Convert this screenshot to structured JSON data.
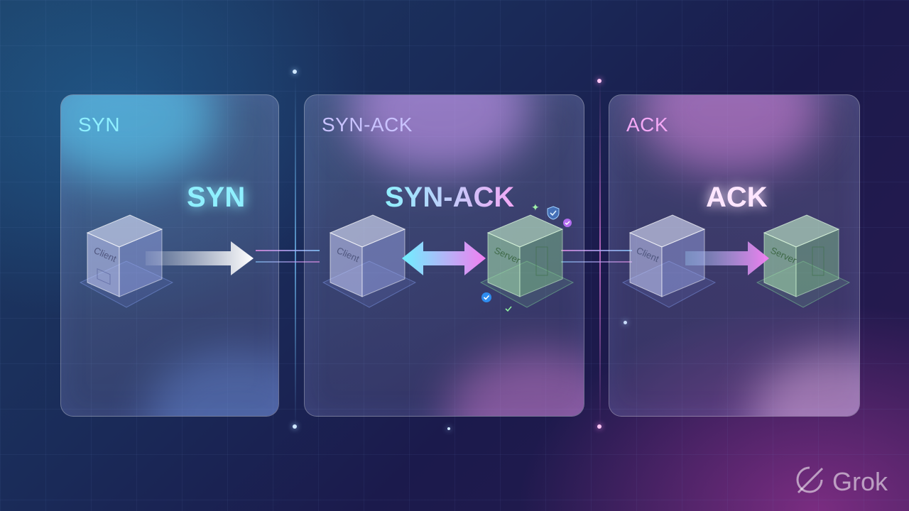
{
  "colors": {
    "cyan": "#8ff0ff",
    "syn_ack_title": "#c9c2ff",
    "pink": "#f3a8f5",
    "ack_big": "#ffe6ff",
    "client_cube": "#b9c1f0",
    "server_cube": "#9fe0a8",
    "watermark": "#ffffff"
  },
  "panels": [
    {
      "title": "SYN",
      "big_label": "SYN"
    },
    {
      "title": "SYN-ACK",
      "big_label": "SYN-ACK"
    },
    {
      "title": "ACK",
      "big_label": "ACK"
    }
  ],
  "nodes": {
    "client": "Client",
    "server": "Server"
  },
  "icons": [
    "shield-icon",
    "check-icon",
    "sparkle-icon",
    "grok-logo-icon"
  ],
  "watermark": {
    "text": "Grok"
  }
}
